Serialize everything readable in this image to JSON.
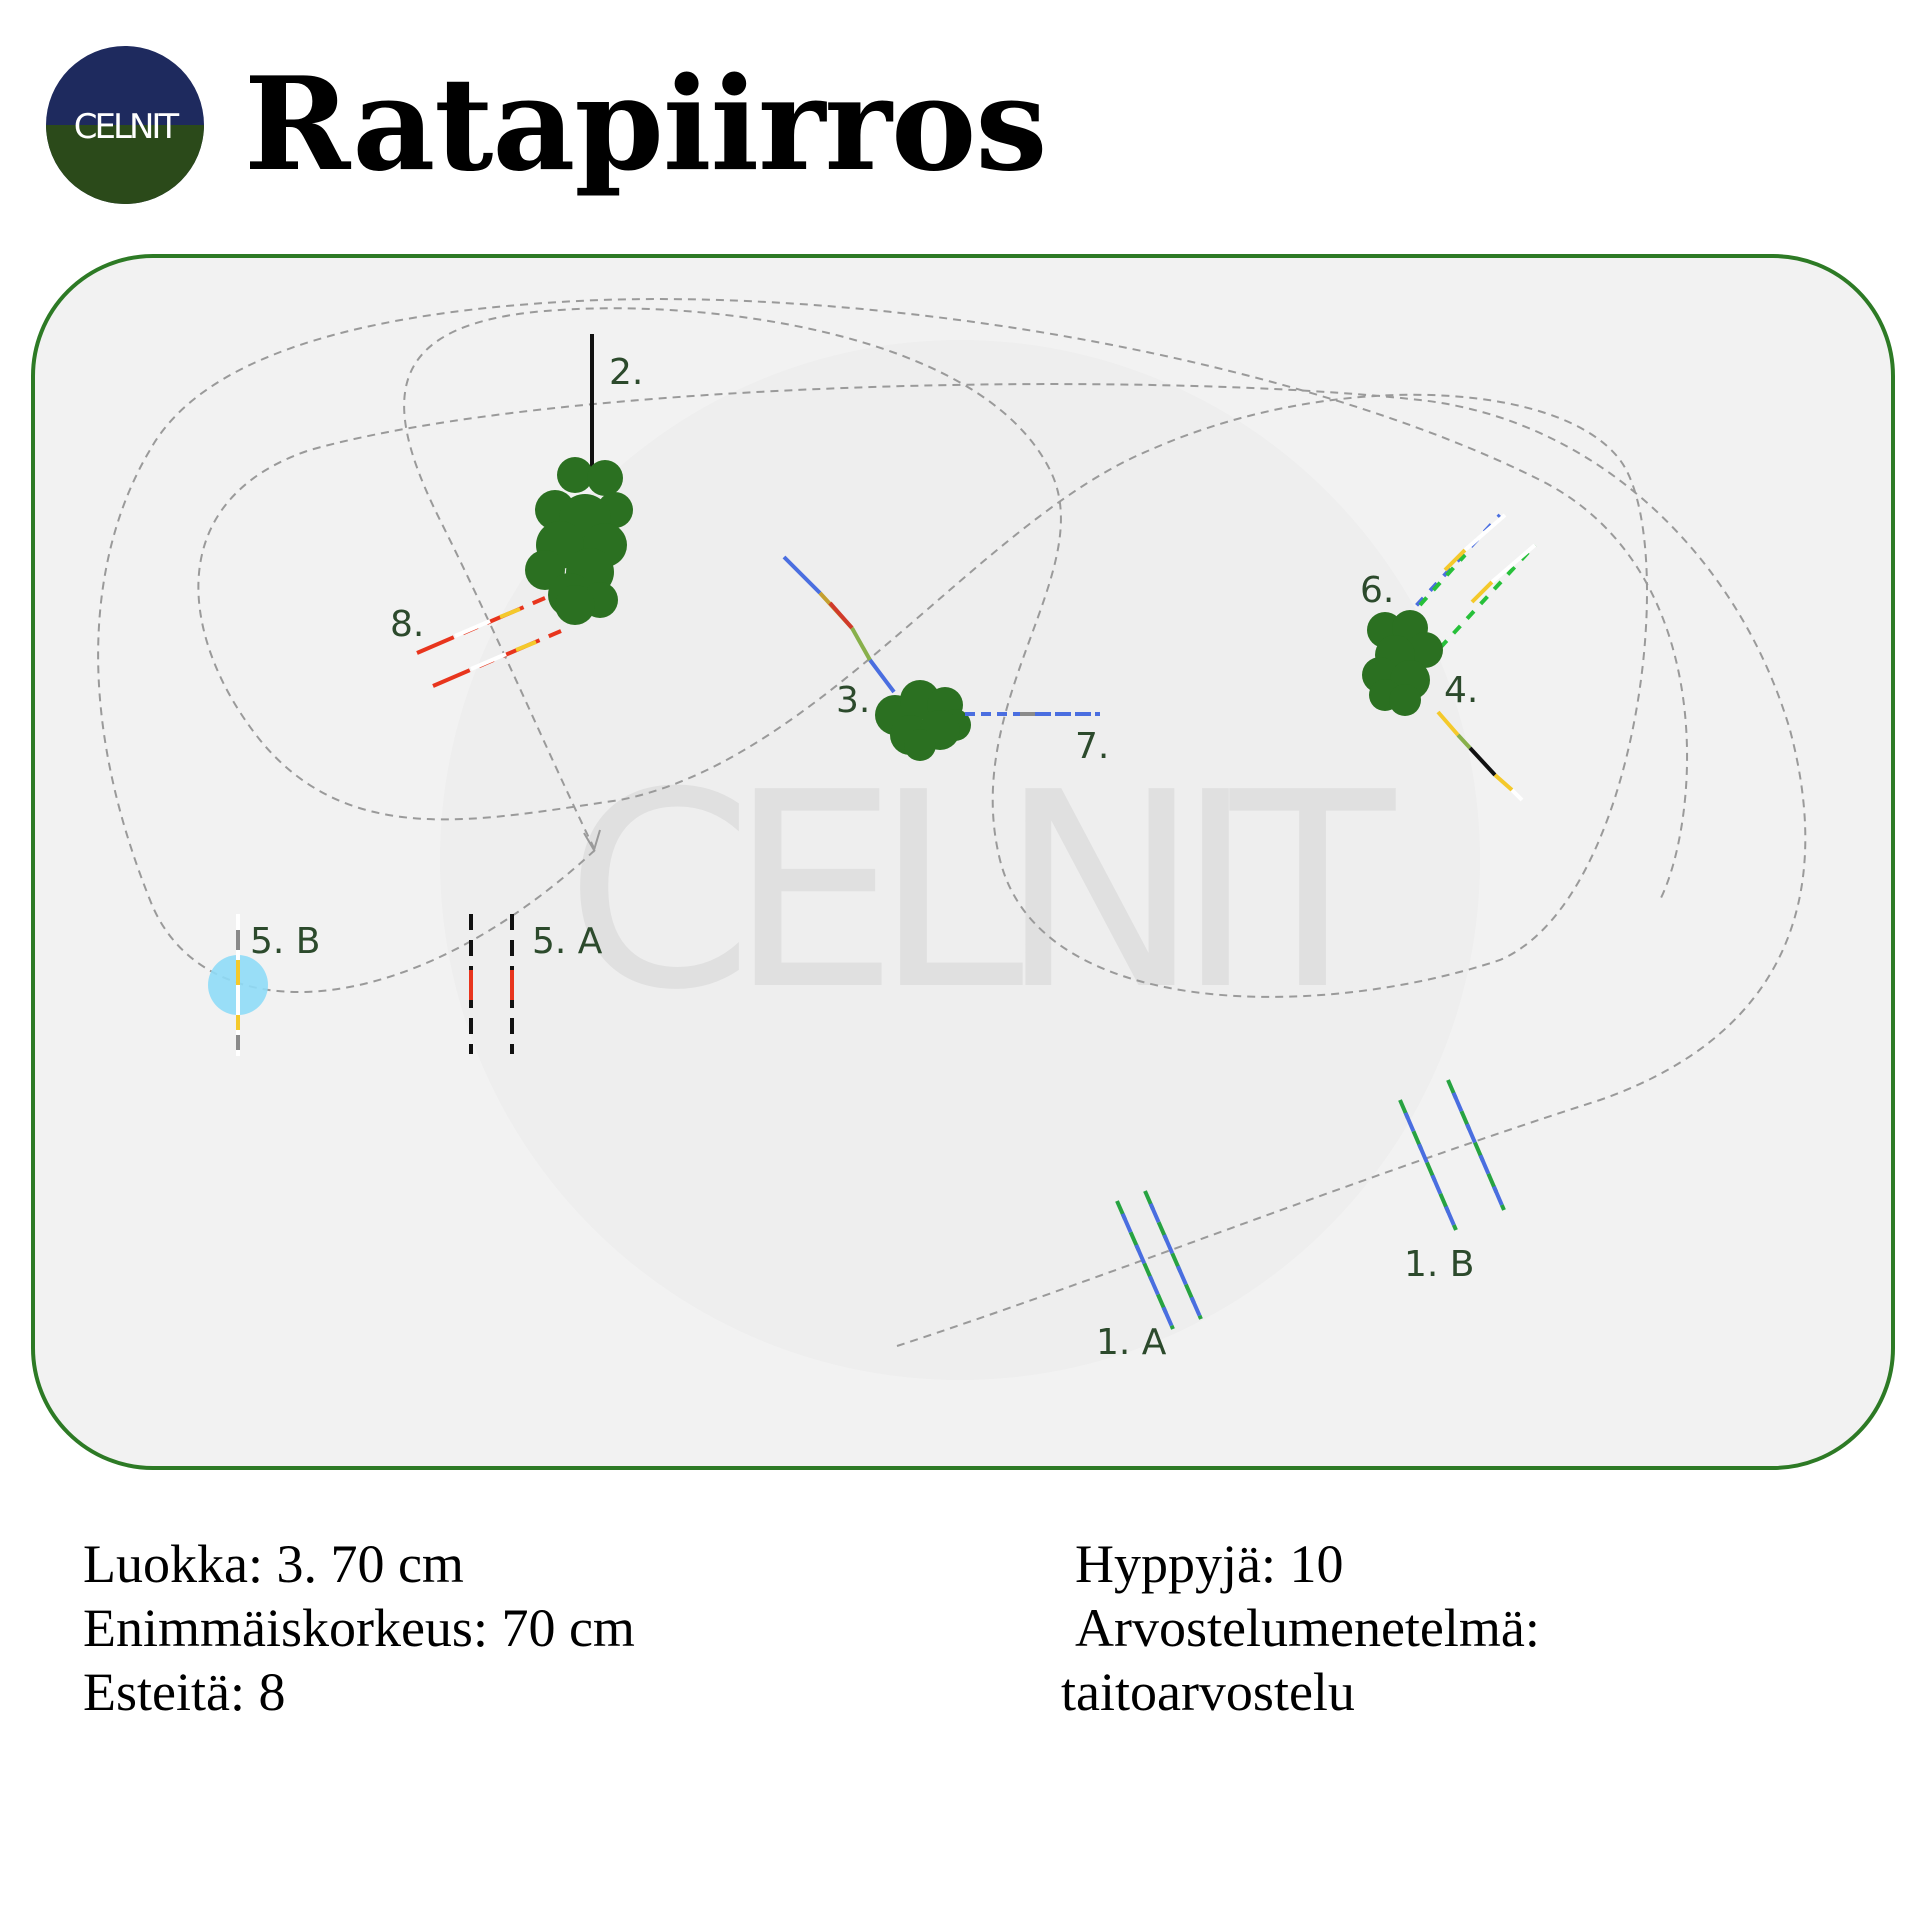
{
  "header": {
    "logo_text": "CELNIT",
    "title": "Ratapiirros"
  },
  "arena": {
    "watermark_text": "CELNIT",
    "colors": {
      "fence": "#2d7a25",
      "ground": "#f2f2f2",
      "bush": "#2b7021",
      "path": "#999999"
    },
    "obstacle_labels": [
      "1. A",
      "1. B",
      "2.",
      "3.",
      "4.",
      "5. A",
      "5. B",
      "6.",
      "7.",
      "8."
    ]
  },
  "info": {
    "class_line": "Luokka: 3. 70 cm",
    "max_height_line": "Enimmäiskorkeus: 70 cm",
    "obstacles_line": "Esteitä: 8",
    "jumps_line": "Hyppyjä: 10",
    "judging_label": "Arvostelumenetelmä:",
    "judging_value": "taitoarvostelu"
  }
}
